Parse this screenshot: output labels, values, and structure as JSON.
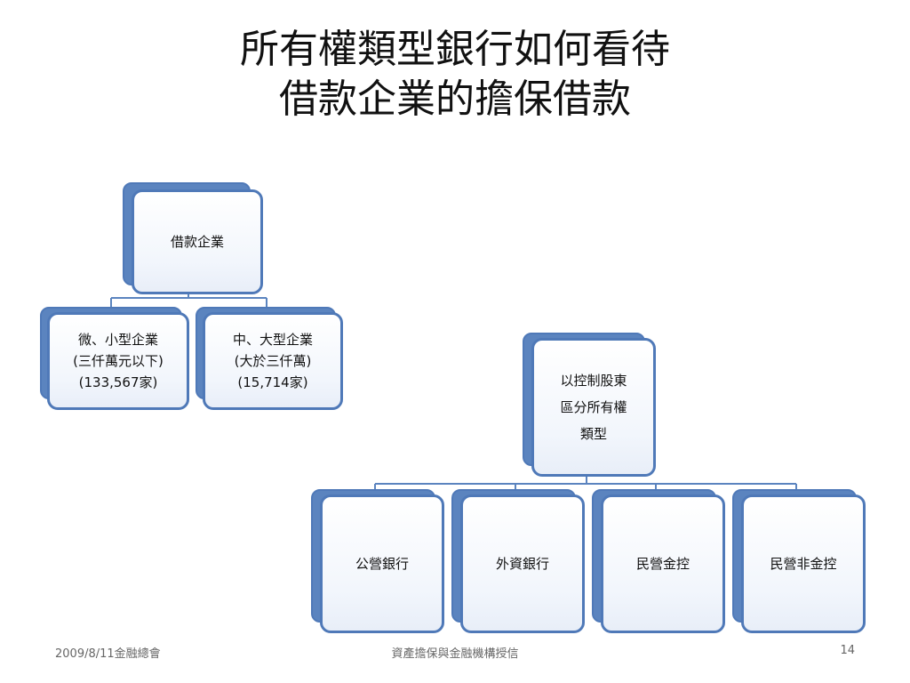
{
  "title": {
    "line1": "所有權類型銀行如何看待",
    "line2": "借款企業的擔保借款"
  },
  "left_tree": {
    "root": {
      "label": "借款企業"
    },
    "children": [
      {
        "lines": [
          "微、小型企業",
          "(三仟萬元以下)",
          "(133,567家)"
        ]
      },
      {
        "lines": [
          "中、大型企業",
          "(大於三仟萬)",
          "(15,714家)"
        ]
      }
    ]
  },
  "right_tree": {
    "root": {
      "lines": [
        "以控制股東",
        "區分所有權",
        "類型"
      ]
    },
    "children": [
      {
        "label": "公營銀行"
      },
      {
        "label": "外資銀行"
      },
      {
        "label": "民營金控"
      },
      {
        "label": "民營非金控"
      }
    ]
  },
  "footer": {
    "left": "2009/8/11金融總會",
    "center": "資產擔保與金融機構授信",
    "page": "14"
  },
  "colors": {
    "accent": "#4f79b8",
    "back_card": "#5b84bf"
  }
}
